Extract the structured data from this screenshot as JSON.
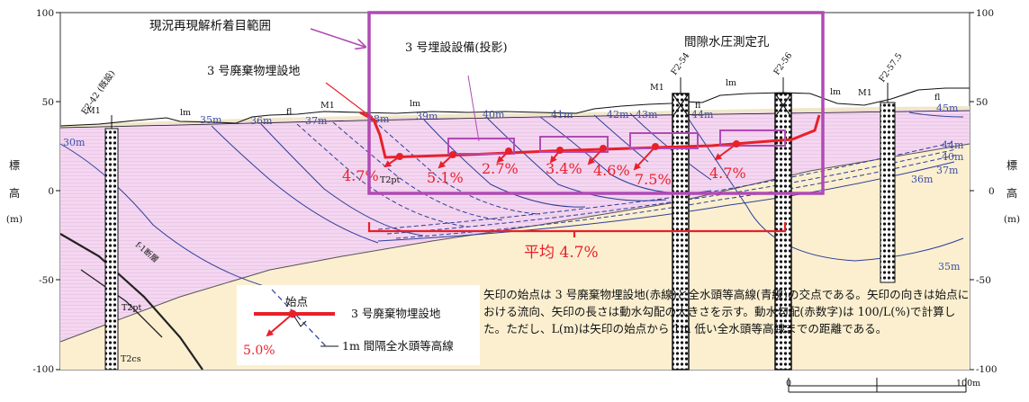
{
  "axis": {
    "y_ticks": [
      "100",
      "50",
      "0",
      "-50",
      "-100"
    ],
    "y_label_chars": [
      "標",
      "高",
      "(m)"
    ],
    "scale_labels": [
      "0",
      "100m"
    ]
  },
  "titles": {
    "analysis_range": "現況再現解析着目範囲",
    "disposal_site": "3 号廃棄物埋設地",
    "facility_projection": "3 号埋設設備(投影)",
    "piezometer": "間隙水圧測定孔"
  },
  "boreholes": [
    "F2-42\n(既設)",
    "F2-54",
    "F2-56",
    "F2-57.5"
  ],
  "strata": [
    "M1",
    "lm",
    "fl",
    "T2pt",
    "T2cs",
    "f-1断層"
  ],
  "contour_labels": [
    "30m",
    "35m",
    "36m",
    "37m",
    "38m",
    "39m",
    "40m",
    "41m",
    "42m",
    "43m",
    "44m",
    "45m",
    "30m",
    "35m",
    "36m",
    "37m",
    "40m",
    "44m"
  ],
  "gradients": [
    "4.7%",
    "5.1%",
    "2.7%",
    "3.4%",
    "4.6%",
    "7.5%",
    "4.7%"
  ],
  "average": "平均 4.7%",
  "legend": {
    "start_point": "始点",
    "red_line": "3 号廃棄物埋設地",
    "blue_line": "1m 間隔全水頭等高線",
    "example_value": "5.0%"
  },
  "note": "矢印の始点は 3 号廃棄物埋設地(赤線)と全水頭等高線(青線)の交点である。矢印の向きは始点における流向、矢印の長さは動水勾配の大きさを示す。動水勾配(赤数字)は 100/L(%)で計算した。ただし、L(m)は矢印の始点から 1m 低い全水頭等高線までの距離である。",
  "colors": {
    "red": "#e8202a",
    "blue": "#2c3f98",
    "magenta": "#b04ab4",
    "pink_fill": "#f3d4ef",
    "tan_fill": "#fbefd0"
  }
}
